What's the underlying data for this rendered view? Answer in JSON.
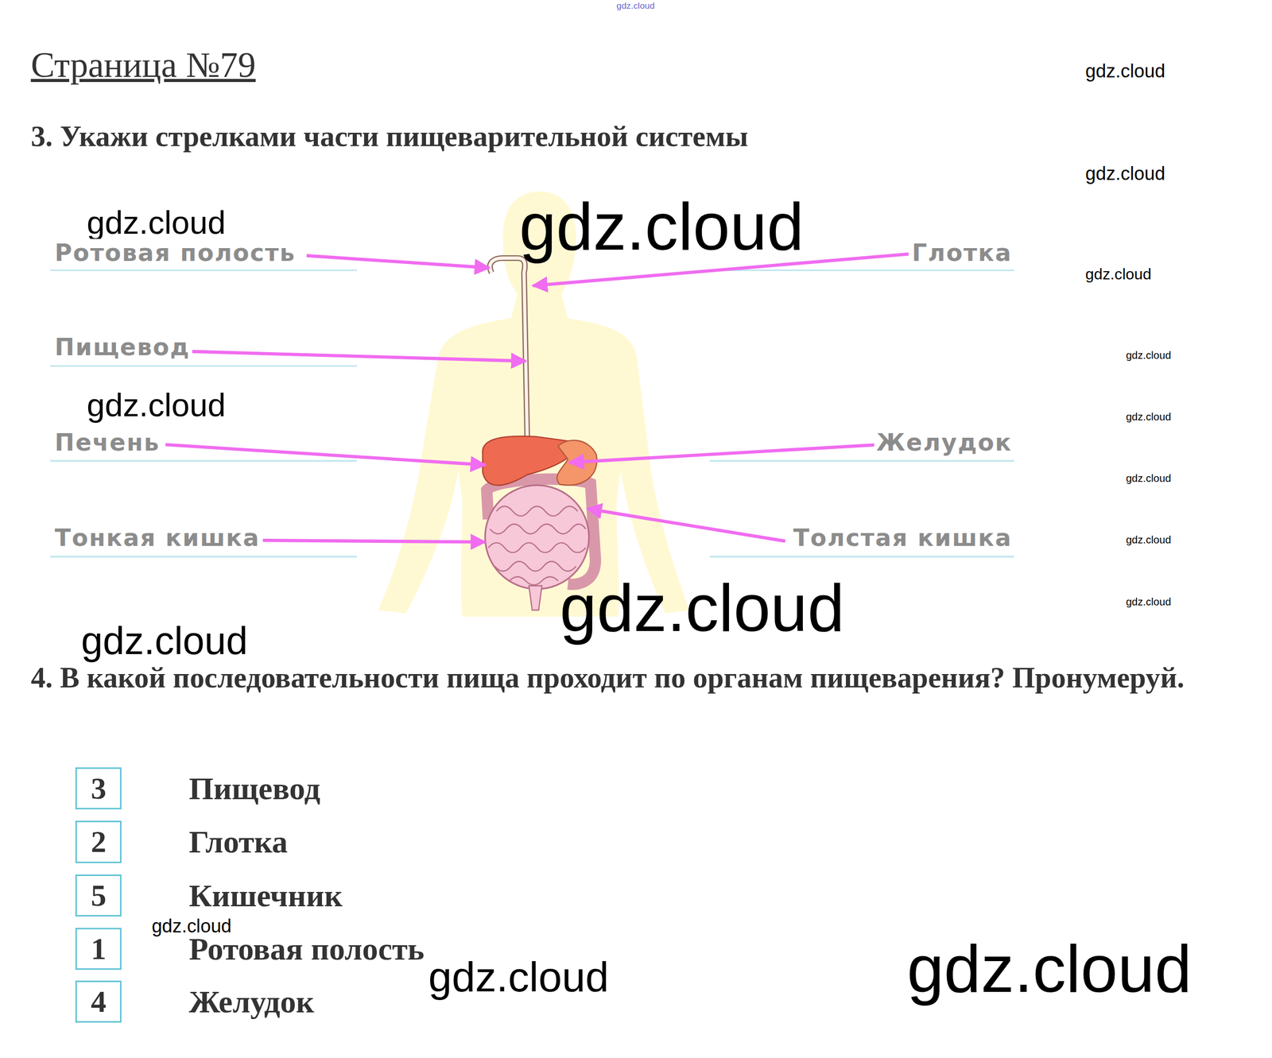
{
  "diagram": {
    "title": "Страница №79",
    "nodes": [
      {
        "text": [
          "3",
          "Пищевод"
        ]
      },
      {
        "text": [
          "2",
          "Глотка"
        ]
      },
      {
        "text": [
          "5",
          "Кишечник"
        ]
      },
      {
        "text": [
          "1",
          "Ротовая полость"
        ]
      },
      {
        "text": [
          "4",
          "Желудок"
        ]
      }
    ],
    "labels": [
      "gdz.cloud",
      "gdz.cloud",
      "3. Укажи стрелками части пищеварительной системы",
      "gdz.cloud",
      "gdz.cloud",
      "gdz.cloud",
      "Ротовая полость",
      "Глотка",
      "gdz.cloud",
      "Пищевод",
      "gdz.cloud",
      "gdz.cloud",
      "Печень",
      "Желудок",
      "gdz.cloud",
      "gdz.cloud",
      "Тонкая кишка",
      "Толстая кишка",
      "gdz.cloud",
      "gdz.cloud",
      "gdz.cloud",
      "gdz.cloud",
      "4. В какой последовательности пища проходит по органам пищеварения? Пронумеруй.",
      "gdz.cloud",
      "gdz.cloud",
      "gdz.cloud"
    ]
  }
}
